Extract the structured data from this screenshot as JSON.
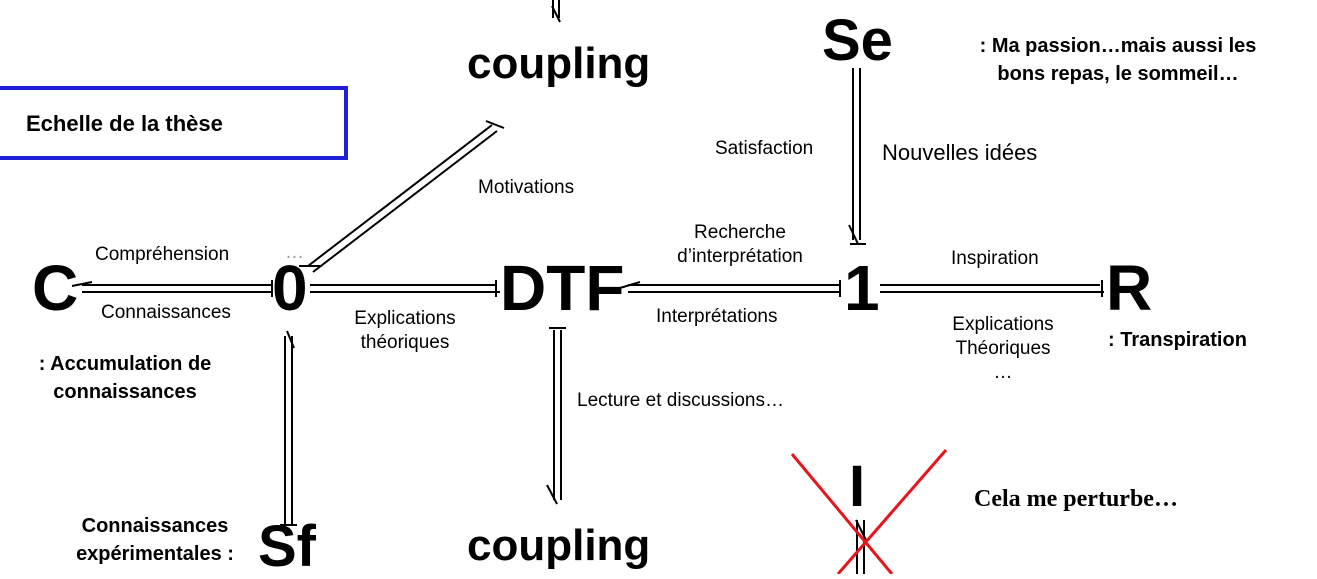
{
  "scale_box": {
    "label": "Echelle de la thèse",
    "border_color": "#1f1fd9"
  },
  "nodes": {
    "se": "Se",
    "c": "C",
    "zero": "0",
    "dtf": "DTF",
    "one": "1",
    "r": "R",
    "sf": "Sf",
    "i": "I",
    "coupling_top": "coupling",
    "coupling_bottom": "coupling"
  },
  "labels": {
    "se_note_1": ": Ma passion…mais aussi les",
    "se_note_2": "bons repas, le sommeil…",
    "satisfaction": "Satisfaction",
    "nouvelles_idees": "Nouvelles idées",
    "motivations": "Motivations",
    "comprehension": "Compréhension",
    "ellipsis_grey": "…",
    "connaissances": "Connaissances",
    "explications_1": "Explications",
    "explications_2": "théoriques",
    "recherche_1": "Recherche",
    "recherche_2": "d’interprétation",
    "interpretations": "Interprétations",
    "inspiration": "Inspiration",
    "explications_t_1": "Explications",
    "explications_t_2": "Théoriques",
    "explications_t_3": "…",
    "transpiration": ": Transpiration",
    "accumulation_1": ": Accumulation de",
    "accumulation_2": "connaissances",
    "lecture": "Lecture et discussions…",
    "connaissances_exp_1": "Connaissances",
    "connaissances_exp_2": "expérimentales :",
    "cela": "Cela me perturbe…"
  },
  "colors": {
    "strike": "#e8141c",
    "bond": "#000000",
    "muted": "#9a9a9a"
  }
}
